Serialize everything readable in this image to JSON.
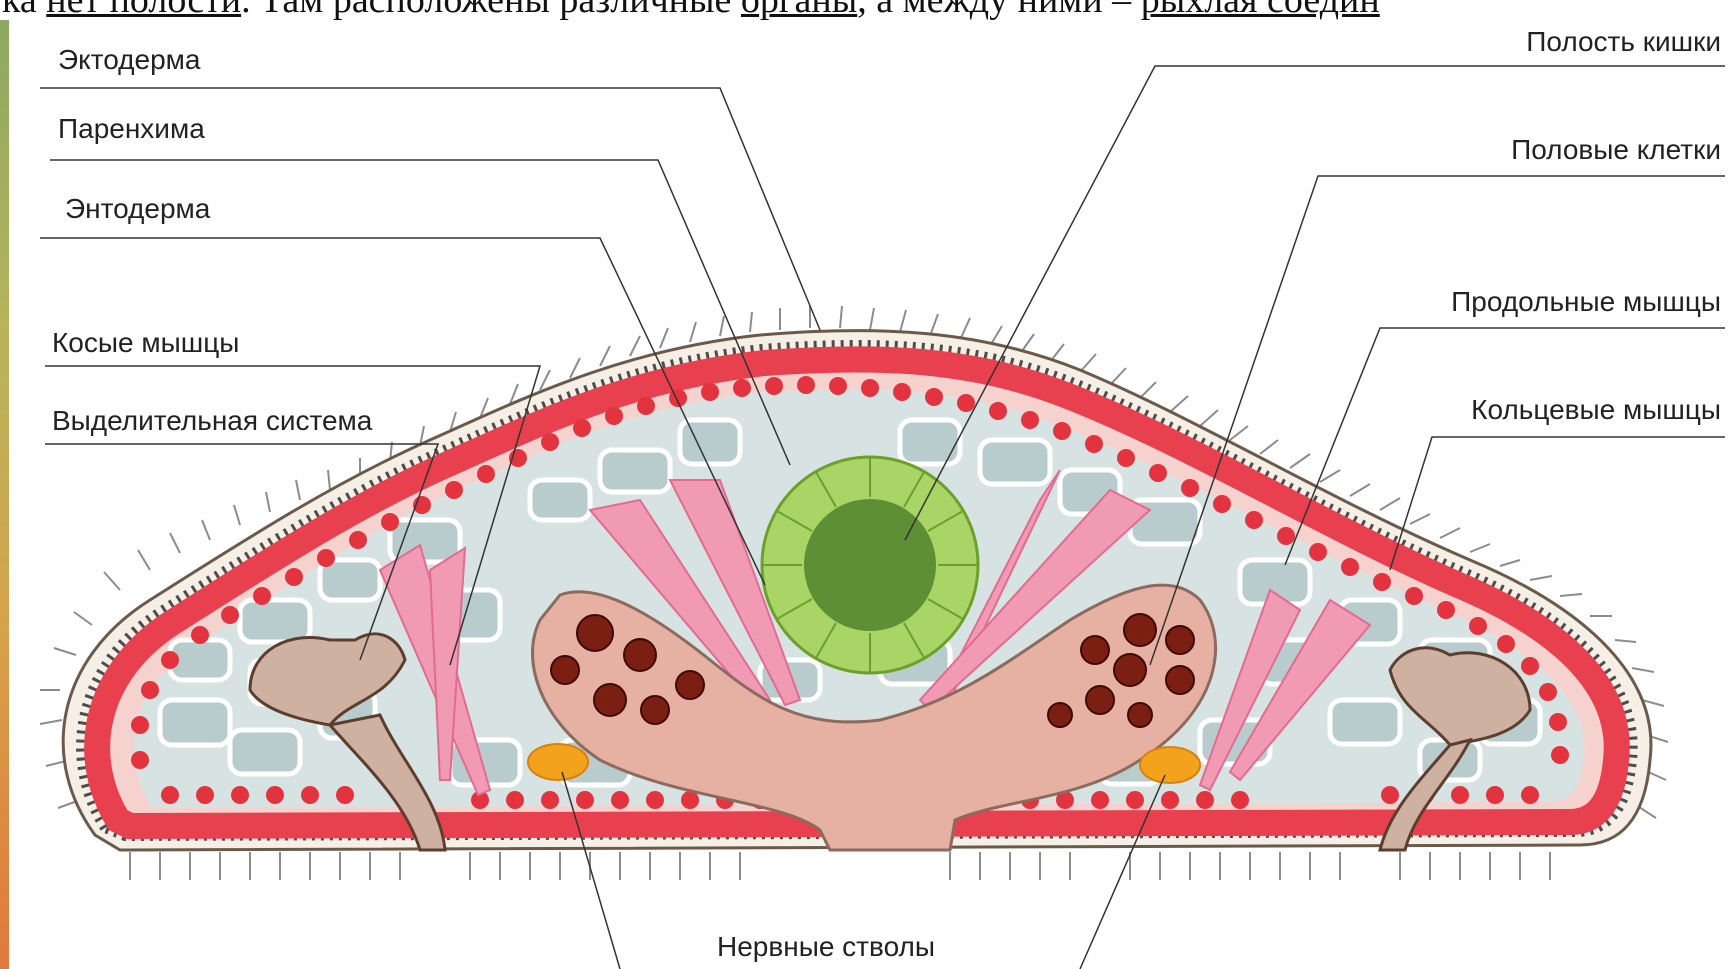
{
  "top_text": {
    "part1": "ка ",
    "link1": "нет полости",
    "part2": ". Там расположены различные ",
    "link2": "органы",
    "part3": ", а между ними – ",
    "link3": "рыхлая соедин"
  },
  "labels": {
    "ectoderm": "Эктодерма",
    "parenchyma": "Паренхима",
    "endoderm": "Энтодерма",
    "oblique_muscles": "Косые мышцы",
    "excretory_system": "Выделительная система",
    "gut_cavity": "Полость кишки",
    "sex_cells": "Половые клетки",
    "longitudinal_muscles": "Продольные мышцы",
    "circular_muscles": "Кольцевые мышцы",
    "nerve_trunks": "Нервные стволы"
  },
  "colors": {
    "muscle_red": "#e8404e",
    "red_dots": "#e3333f",
    "parenchyma_gray": "#b9cccd",
    "gut_green": "#5d8f34",
    "gut_ring": "#a9d466",
    "sex_cells": "#7a1f12",
    "gonad_tissue": "#e6b1a3",
    "nerve_orange": "#f3a21b",
    "oblique_pink": "#f09ab4"
  }
}
